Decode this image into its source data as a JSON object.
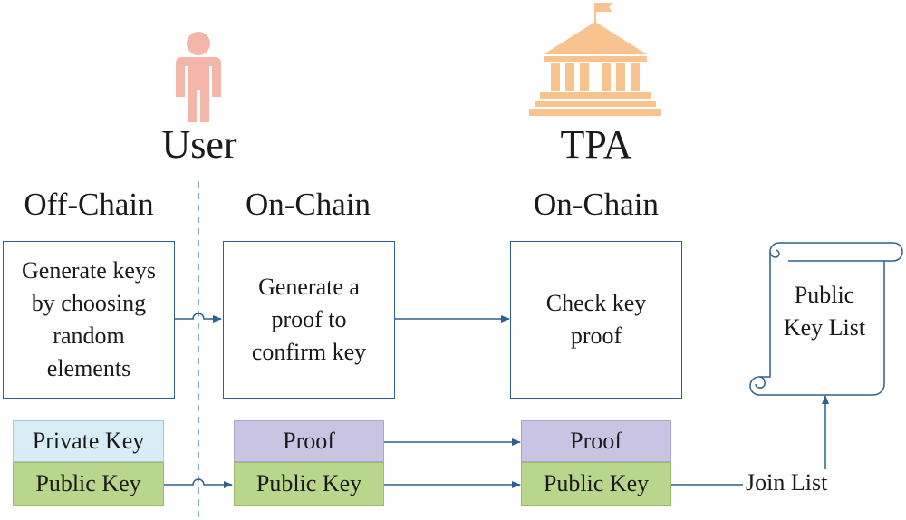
{
  "actors": {
    "user": "User",
    "tpa": "TPA"
  },
  "sections": {
    "off_chain": "Off-Chain",
    "on_chain_user": "On-Chain",
    "on_chain_tpa": "On-Chain"
  },
  "steps": {
    "generate_keys": "Generate keys by choosing random elements",
    "generate_proof": "Generate a proof to confirm key",
    "check_proof": "Check key proof"
  },
  "keys": {
    "private_key": "Private Key",
    "public_key": "Public Key",
    "proof": "Proof"
  },
  "public_key_list": "Public Key List",
  "join_list": "Join List",
  "colors": {
    "user_icon": "#f4b6a8",
    "tpa_icon": "#f9c38f",
    "box_border": "#2f5f8a",
    "arrow": "#2f5f8a",
    "private_key_fill": "#d8eef6",
    "public_key_fill": "#b8d68c",
    "proof_fill": "#c8c4e2"
  }
}
